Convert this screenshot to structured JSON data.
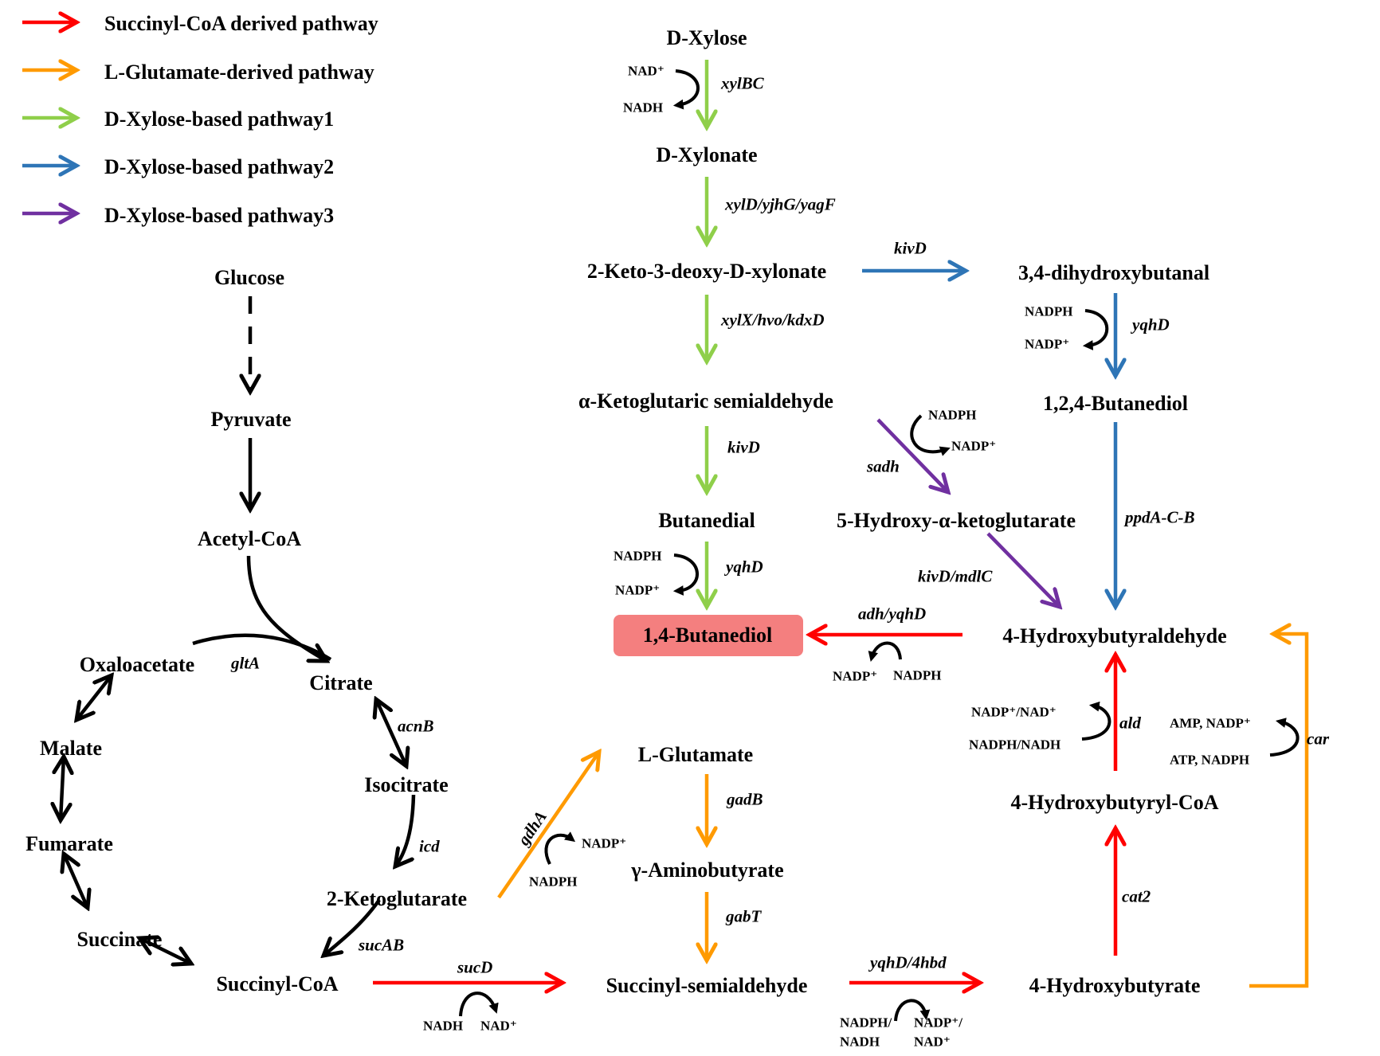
{
  "colors": {
    "succinyl": "#ff0000",
    "glutamate": "#ff9a00",
    "xylose1": "#8fcf4a",
    "xylose2": "#2e75b6",
    "xylose3": "#7030a0",
    "black": "#000000",
    "product_box": "#f47f7f"
  },
  "legend": [
    {
      "label": "Succinyl-CoA derived pathway",
      "color_key": "succinyl"
    },
    {
      "label": "L-Glutamate-derived  pathway",
      "color_key": "glutamate"
    },
    {
      "label": "D-Xylose-based pathway1",
      "color_key": "xylose1"
    },
    {
      "label": "D-Xylose-based pathway2",
      "color_key": "xylose2"
    },
    {
      "label": "D-Xylose-based pathway3",
      "color_key": "xylose3"
    }
  ],
  "metabolites": {
    "glucose": "Glucose",
    "pyruvate": "Pyruvate",
    "acetyl_coa": "Acetyl-CoA",
    "oxaloacetate": "Oxaloacetate",
    "citrate": "Citrate",
    "malate": "Malate",
    "isocitrate": "Isocitrate",
    "fumarate": "Fumarate",
    "ketoglutarate": "2-Ketoglutarate",
    "succinate": "Succinate",
    "succinyl_coa": "Succinyl-CoA",
    "d_xylose": "D-Xylose",
    "d_xylonate": "D-Xylonate",
    "keto_deoxy_xylonate": "2-Keto-3-deoxy-D-xylonate",
    "alpha_kg_semialdehyde": "α-Ketoglutaric  semialdehyde",
    "butanedial": "Butanedial",
    "bdo": "1,4-Butanediol",
    "dihydroxybutanal": "3,4-dihydroxybutanal",
    "butanetriol": "1,2,4-Butanediol",
    "hydroxy_akg": "5-Hydroxy-α-ketoglutarate",
    "hydroxybutyraldehyde": "4-Hydroxybutyraldehyde",
    "l_glutamate": "L-Glutamate",
    "gaba": "γ-Aminobutyrate",
    "ssa": "Succinyl-semialdehyde",
    "hydroxybutyrate": "4-Hydroxybutyrate",
    "hydroxybutyryl_coa": "4-Hydroxybutyryl-CoA"
  },
  "enzymes": {
    "xylBC": "xylBC",
    "xylD": "xylD/yjhG/yagF",
    "kivD_blue": "kivD",
    "xylX": "xylX/hvo/kdxD",
    "yqhD_blue": "yqhD",
    "kivD_green": "kivD",
    "sadh": "sadh",
    "ppdA": "ppdA-C-B",
    "yqhD_green": "yqhD",
    "kivD_mdlC": "kivD/mdlC",
    "adh_yqhD": "adh/yqhD",
    "gltA": "gltA",
    "acnB": "acnB",
    "ald": "ald",
    "car": "car",
    "icd": "icd",
    "gdhA": "gdhA",
    "gadB": "gadB",
    "gabT": "gabT",
    "sucAB": "sucAB",
    "cat2": "cat2",
    "sucD": "sucD",
    "yqhD_4hbd": "yqhD/4hbd"
  },
  "cofactors": {
    "xyl_in": "NAD⁺",
    "xyl_out": "NADH",
    "dhb_in": "NADPH",
    "dhb_out": "NADP⁺",
    "sadh_in": "NADPH",
    "sadh_out": "NADP⁺",
    "butanedial_in": "NADPH",
    "butanedial_out": "NADP⁺",
    "adh_out": "NADP⁺",
    "adh_in": "NADPH",
    "ald_out": "NADP⁺/NAD⁺",
    "ald_in": "NADPH/NADH",
    "car_out": "AMP, NADP⁺",
    "car_in": "ATP, NADPH",
    "gdhA_out": "NADP⁺",
    "gdhA_in": "NADPH",
    "sucD_in": "NADH",
    "sucD_out": "NAD⁺",
    "hbd_in_1": "NADPH/",
    "hbd_in_2": "NADH",
    "hbd_out_1": "NADP⁺/",
    "hbd_out_2": "NAD⁺"
  }
}
